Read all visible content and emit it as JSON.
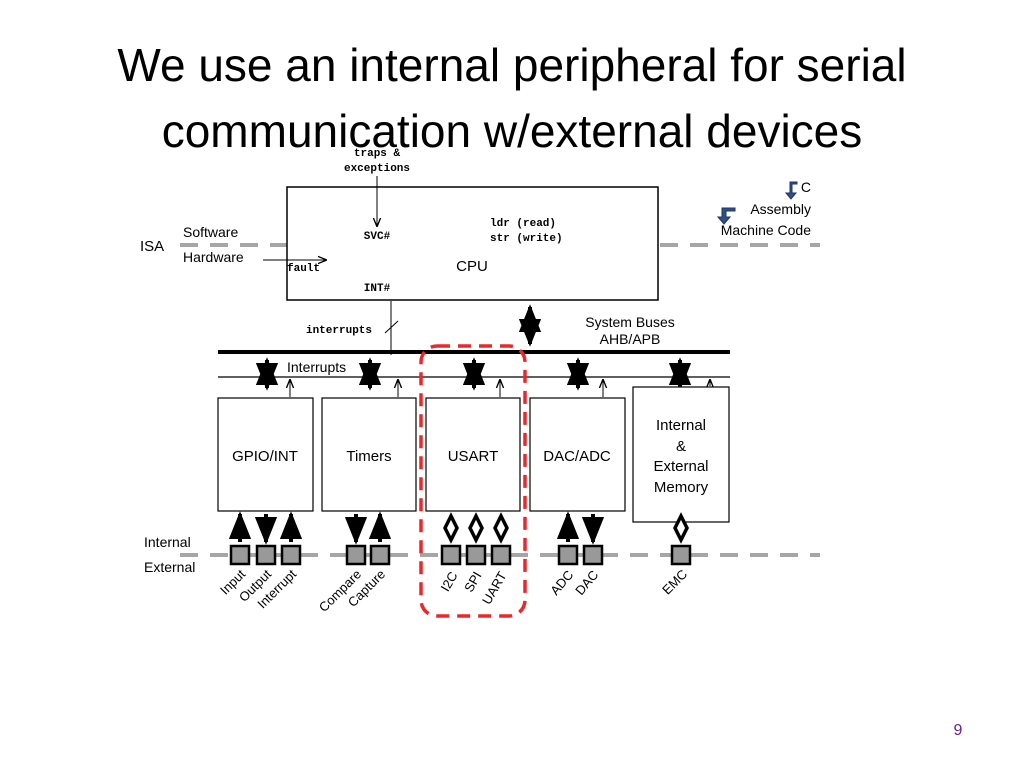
{
  "slide": {
    "title_line1": "We use an internal peripheral for serial",
    "title_line2": "communication w/external devices",
    "page_number": "9"
  },
  "labels": {
    "isa": "ISA",
    "software": "Software",
    "hardware": "Hardware",
    "internal": "Internal",
    "external": "External",
    "c": "C",
    "assembly": "Assembly",
    "machine_code": "Machine Code",
    "traps_line1": "traps &",
    "traps_line2": "exceptions",
    "svc": "SVC#",
    "fault": "fault",
    "int": "INT#",
    "ldr": "ldr (read)",
    "str": "str (write)",
    "cpu": "CPU",
    "interrupts_mono": "interrupts",
    "interrupts_bus": "Interrupts",
    "system_buses": "System Buses",
    "ahb_apb": "AHB/APB"
  },
  "peripherals": {
    "gpio": "GPIO/INT",
    "timers": "Timers",
    "usart": "USART",
    "dac_adc": "DAC/ADC",
    "memory_line1": "Internal",
    "memory_line2": "&",
    "memory_line3": "External",
    "memory_line4": "Memory"
  },
  "pins": {
    "input": "Input",
    "output": "Output",
    "interrupt": "Interrupt",
    "compare": "Compare",
    "capture": "Capture",
    "i2c": "I2C",
    "spi": "SPI",
    "uart": "UART",
    "adc": "ADC",
    "dac": "DAC",
    "emc": "EMC"
  },
  "colors": {
    "highlight": "#e8282b",
    "dashed_line": "#a6a6a6",
    "layer_arrow": "#2f4f8a",
    "page_number": "#6a1f8f"
  }
}
